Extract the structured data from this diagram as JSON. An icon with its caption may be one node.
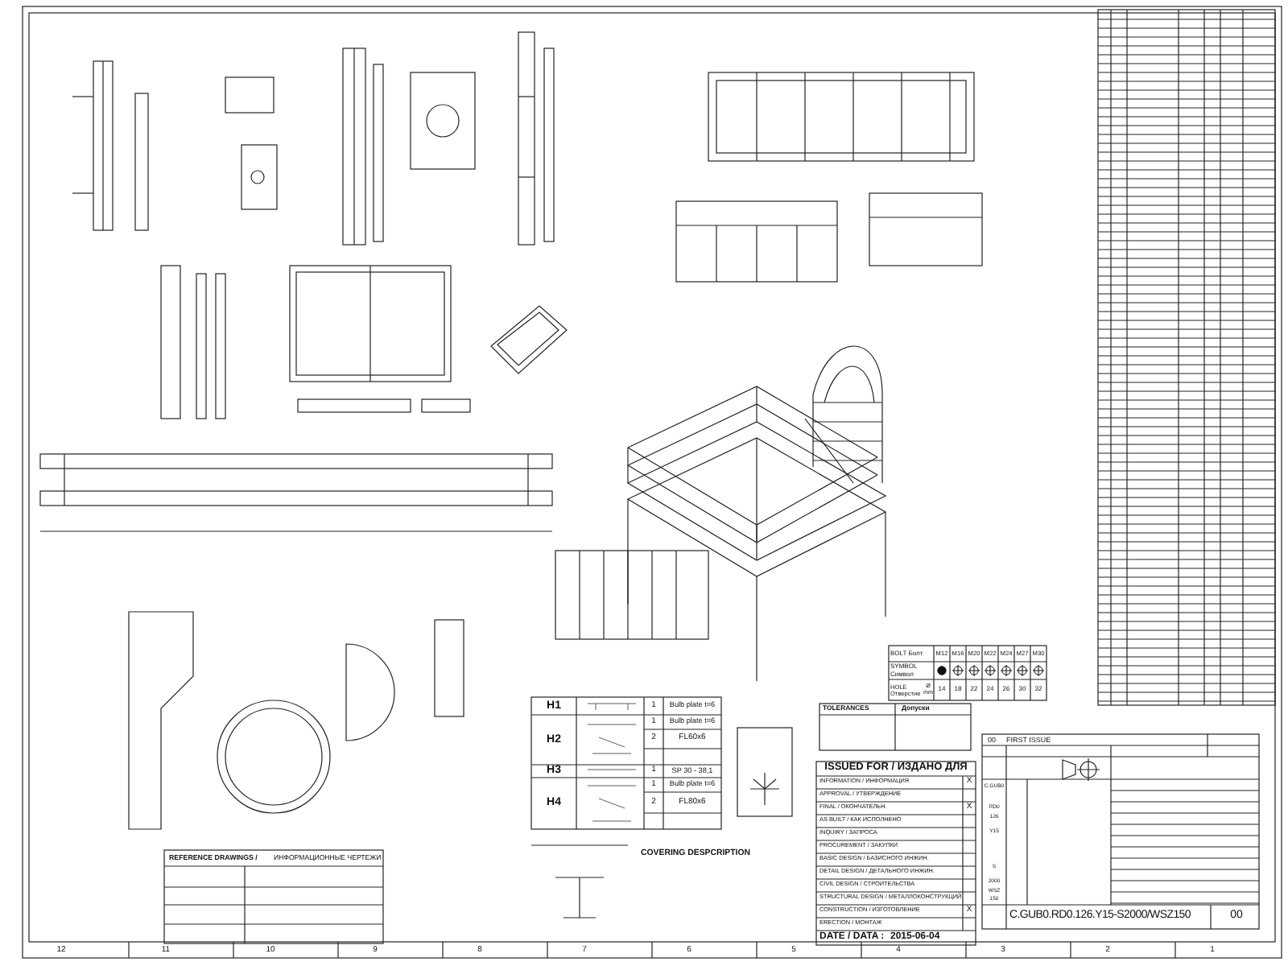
{
  "diagram": {
    "labels": [
      "H1",
      "1",
      "Bulb plate t=6",
      "H2",
      "1",
      "Bulb plate t=6",
      "2",
      "FL60x6",
      "H3",
      "1",
      "SP 30 - 38,1",
      "H4",
      "1",
      "Bulb plate t=6",
      "2",
      "FL80x6",
      "BOLT Болт",
      "M12",
      "M16",
      "M20",
      "M22",
      "M24",
      "M27",
      "M30",
      "SYMBOL Символ",
      "HOLE Отверстие",
      "Ø mm",
      "14",
      "18",
      "22",
      "24",
      "26",
      "30",
      "32",
      "TOLERANCES",
      "Допуски",
      "ISSUED FOR / ИЗДАНО ДЛЯ",
      "INFORMATION / ИНФОРМАЦИЯ",
      "X",
      "APPROVAL / УТВЕРЖДЕНИЕ",
      "FINAL / ОКОНЧАТЕЛЬН.",
      "X",
      "AS BUILT / КАК ИСПОЛНЕНО",
      "INQUIRY / ЗАПРОСА",
      "PROCUREMENT / ЗАКУПКИ",
      "BASIC DESIGN / БАЗИСНОГО ИНЖИН.",
      "DETAIL DESIGN / ДЕТАЛЬНОГО ИНЖИН.",
      "CIVIL DESIGN / СТРОИТЕЛЬСТВА",
      "STRUCTURAL DESIGN / МЕТАЛЛОКОНСТРУКЦИЙ",
      "CONSTRUCTION / ИЗГОТОВЛЕНИЕ",
      "X",
      "ERECTION / МОНТАЖ",
      "DATE / DATA :",
      "2015-06-04",
      "COVERING DESPCRIPTION",
      "REFERENCE DRAWINGS /",
      "ИНФОРМАЦИОННЫЕ ЧЕРТЕЖИ",
      "00",
      "FIRST ISSUE",
      "C.GUB0",
      "RD0",
      "126",
      "Y15",
      "S",
      "2000",
      "WSZ",
      "150",
      "C.GUB0.RD0.126.Y15-S2000/WSZ150",
      "00",
      "12",
      "11",
      "10",
      "9",
      "8",
      "7",
      "6",
      "5",
      "4",
      "3",
      "2",
      "1"
    ]
  }
}
